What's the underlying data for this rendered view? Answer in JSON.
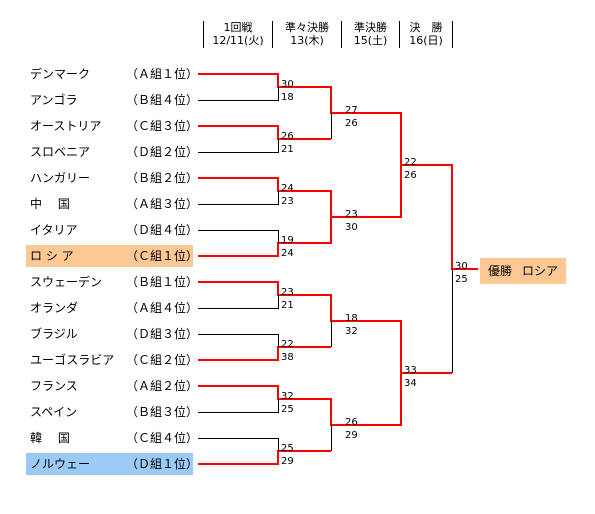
{
  "header": {
    "rounds": [
      {
        "name": "1回戦",
        "date": "12/11(火)"
      },
      {
        "name": "準々決勝",
        "date": "13(木)"
      },
      {
        "name": "準決勝",
        "date": "15(土)"
      },
      {
        "name": "決　勝",
        "date": "16(日)"
      }
    ]
  },
  "teams": [
    {
      "name": "デンマーク",
      "group": "（Ａ組１位）"
    },
    {
      "name": "アンゴラ",
      "group": "（Ｂ組４位）"
    },
    {
      "name": "オーストリア",
      "group": "（Ｃ組３位）"
    },
    {
      "name": "スロベニア",
      "group": "（Ｄ組２位）"
    },
    {
      "name": "ハンガリー",
      "group": "（Ｂ組２位）"
    },
    {
      "name": "中　 国",
      "group": "（Ａ組３位）"
    },
    {
      "name": "イタリア",
      "group": "（Ｄ組４位）"
    },
    {
      "name": "ロ シ ア",
      "group": "（Ｃ組１位）"
    },
    {
      "name": "スウェーデン",
      "group": "（Ｂ組１位）"
    },
    {
      "name": "オランダ",
      "group": "（Ａ組４位）"
    },
    {
      "name": "ブラジル",
      "group": "（Ｄ組３位）"
    },
    {
      "name": "ユーゴスラビア",
      "group": "（Ｃ組２位）"
    },
    {
      "name": "フランス",
      "group": "（Ａ組２位）"
    },
    {
      "name": "スペイン",
      "group": "（Ｂ組３位）"
    },
    {
      "name": "韓　 国",
      "group": "（Ｃ組４位）"
    },
    {
      "name": "ノルウェー",
      "group": "（Ｄ組１位）"
    }
  ],
  "scores": {
    "round1": [
      "30",
      "18",
      "26",
      "21",
      "24",
      "23",
      "19",
      "24",
      "23",
      "21",
      "22",
      "38",
      "32",
      "25",
      "25",
      "29"
    ],
    "quarterfinal": [
      "27",
      "26",
      "23",
      "30",
      "18",
      "32",
      "26",
      "29"
    ],
    "semifinal": [
      "22",
      "26",
      "33",
      "34"
    ],
    "final": [
      "30",
      "25"
    ]
  },
  "champion": {
    "label": "優勝",
    "team": "ロシア"
  },
  "colors": {
    "winner_line": "#ff0000",
    "loser_line": "#000000",
    "highlight_orange": "#fdc894",
    "highlight_blue": "#9ccaf6"
  }
}
